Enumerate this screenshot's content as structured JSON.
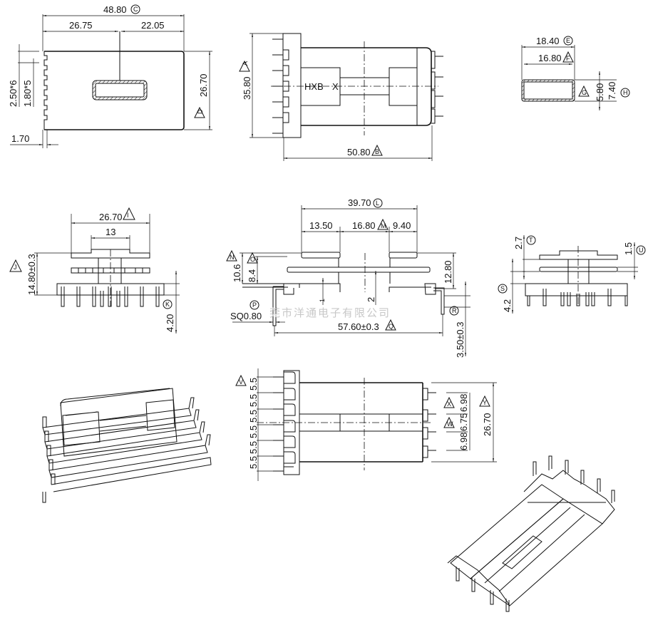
{
  "watermark": "莞市洋通电子有限公司",
  "view_top_left": {
    "overall": "48.80",
    "overall_marker": "C",
    "left": "26.75",
    "right": "22.05",
    "height": "26.70",
    "height_marker": "D",
    "pitch_outer": "2.50*6",
    "pitch_inner": "1.80*5",
    "thickness": "1.70"
  },
  "view_top_center": {
    "height": "35.80",
    "height_marker": "A",
    "width": "50.80",
    "width_marker": "B",
    "marking_1": "HXB",
    "marking_2": "X"
  },
  "view_top_right": {
    "outer_width": "18.40",
    "outer_marker": "E",
    "inner_width": "16.80",
    "inner_marker": "F",
    "inner_height": "5.80",
    "inner_height_marker": "G",
    "outer_height": "7.40",
    "outer_height_marker": "H"
  },
  "view_mid_left": {
    "flange_width": "26.70",
    "flange_marker": "I",
    "core_width": "13",
    "height": "14.80±0.3",
    "height_marker": "J",
    "pin_length": "4.20",
    "pin_marker": "K"
  },
  "view_mid_center": {
    "overall": "39.70",
    "overall_marker": "L",
    "seg_left": "13.50",
    "seg_mid": "16.80",
    "seg_mid_marker": "M",
    "seg_right": "9.40",
    "h1": "10.6",
    "h1_marker": "N",
    "h2": "8.4",
    "h2_marker": "O",
    "h3": "12.80",
    "r1": "1",
    "r2": "2",
    "pin_sq": "SQ0.80",
    "pin_marker": "P",
    "span": "57.60±0.3",
    "span_marker": "Q",
    "pin_len": "3.50±0.3",
    "pin_len_marker": "R"
  },
  "view_mid_right": {
    "t": "2.7",
    "t_marker": "T",
    "u": "1.5",
    "u_marker": "U",
    "s": "4.2",
    "s_marker": "S"
  },
  "view_bottom_center": {
    "pitch_marker": "V",
    "pitches": [
      "5.5",
      "5.5",
      "5.5",
      "5.5",
      "5.5",
      "5.5"
    ],
    "right_1": "6.98",
    "right_2": "6.75",
    "right_3": "6.98",
    "right_1_marker": "X",
    "right_2_marker": "W",
    "overall": "26.70",
    "overall_marker": "Y"
  }
}
